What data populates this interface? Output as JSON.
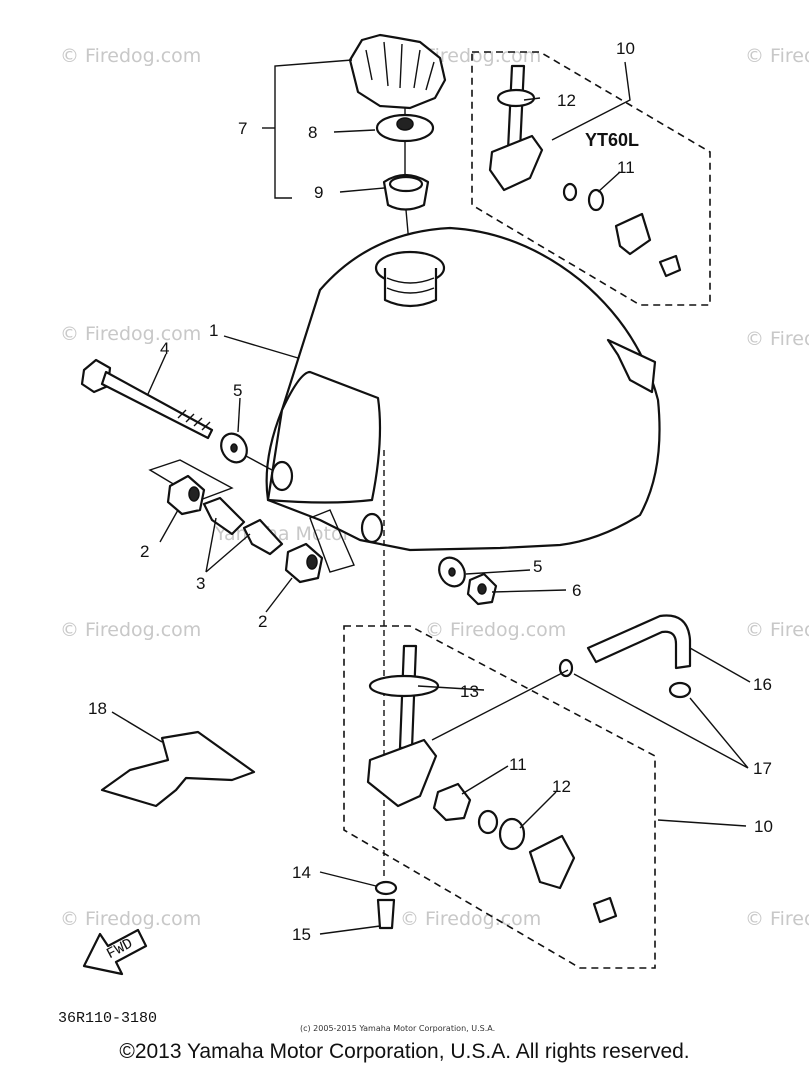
{
  "watermark": {
    "text": "© Firedog.com",
    "mid_text": "Yamaha Motor Corp. U.S.A."
  },
  "variant_label": "YT60L",
  "callouts": {
    "c1": "1",
    "c2a": "2",
    "c2b": "2",
    "c3": "3",
    "c4": "4",
    "c5a": "5",
    "c5b": "5",
    "c6": "6",
    "c7": "7",
    "c8": "8",
    "c9": "9",
    "c10a": "10",
    "c10b": "10",
    "c11a": "11",
    "c11b": "11",
    "c12a": "12",
    "c12b": "12",
    "c13": "13",
    "c14": "14",
    "c15": "15",
    "c16": "16",
    "c17": "17",
    "c18": "18"
  },
  "fwd_label": "FWD",
  "diagram_code": "36R110-3180",
  "small_copyright": "(c) 2005-2015 Yamaha Motor Corporation, U.S.A.",
  "copyright": "©2013 Yamaha Motor Corporation, U.S.A. All rights reserved."
}
